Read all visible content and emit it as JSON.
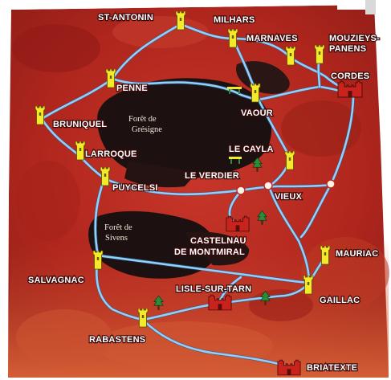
{
  "towns": {
    "st_antonin": "ST-ANTONIN",
    "milhars": "MILHARS",
    "marnaves": "MARNAVES",
    "mouzieys_line1": "MOUZIEYS-",
    "mouzieys_line2": "PANENS",
    "cordes": "CORDES",
    "penne": "PENNE",
    "vaour": "VAOUR",
    "bruniquel": "BRUNIQUEL",
    "larroque": "LARROQUE",
    "le_cayla": "LE CAYLA",
    "le_verdier": "LE VERDIER",
    "puycelsi": "PUYCELSI",
    "vieux": "VIEUX",
    "castelnau_line1": "CASTELNAU",
    "castelnau_line2": "DE MONTMIRAL",
    "mauriac": "MAURIAC",
    "salvagnac": "SALVAGNAC",
    "lisle": "LISLE-SUR-TARN",
    "gaillac": "GAILLAC",
    "rabastens": "RABASTENS",
    "briatexte": "BRIATEXTE"
  },
  "forests": {
    "gresigne_line1": "Forêt de",
    "gresigne_line2": "Grésigne",
    "sivens_line1": "Forêt de",
    "sivens_line2": "Sivens"
  },
  "colors": {
    "map_red": "#b8281e",
    "forest_dark": "#1c1110",
    "road": "#8fd0ff",
    "tower": "#f2ea2a",
    "castle": "#c8231c",
    "tree": "#2e8b3a",
    "point": "#fff3e6"
  }
}
